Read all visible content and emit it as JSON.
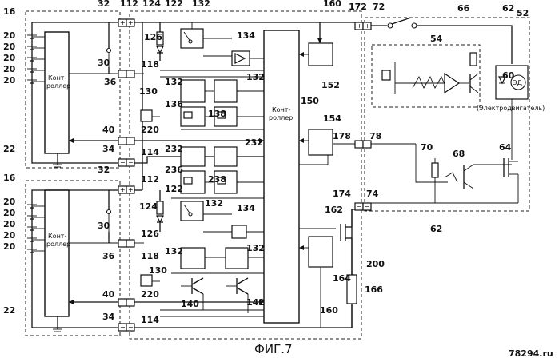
{
  "figure": {
    "caption": "ФИГ.7",
    "watermark": "78294.ru"
  },
  "controllers": {
    "battery_controller_line1": "Конт-",
    "battery_controller_line2": "роллер",
    "main_controller_line1": "Конт-",
    "main_controller_line2": "роллер"
  },
  "motor": {
    "symbol": "ЭД",
    "label": "(Электродвигатель)"
  },
  "reference_numerals": {
    "n16": "16",
    "n20": "20",
    "n22": "22",
    "n30": "30",
    "n32": "32",
    "n34": "34",
    "n36": "36",
    "n40": "40",
    "n52": "52",
    "n54": "54",
    "n60": "60",
    "n62": "62",
    "n64": "64",
    "n66": "66",
    "n68": "68",
    "n70": "70",
    "n72": "72",
    "n74": "74",
    "n78": "78",
    "n112": "112",
    "n114": "114",
    "n118": "118",
    "n122": "122",
    "n124": "124",
    "n126": "126",
    "n130": "130",
    "n132": "132",
    "n134": "134",
    "n136": "136",
    "n138": "138",
    "n140": "140",
    "n142": "142",
    "n150": "150",
    "n152": "152",
    "n154": "154",
    "n160": "160",
    "n162": "162",
    "n164": "164",
    "n166": "166",
    "n172": "172",
    "n174": "174",
    "n178": "178",
    "n200": "200",
    "n220": "220",
    "n232": "232",
    "n236": "236",
    "n238": "238"
  }
}
